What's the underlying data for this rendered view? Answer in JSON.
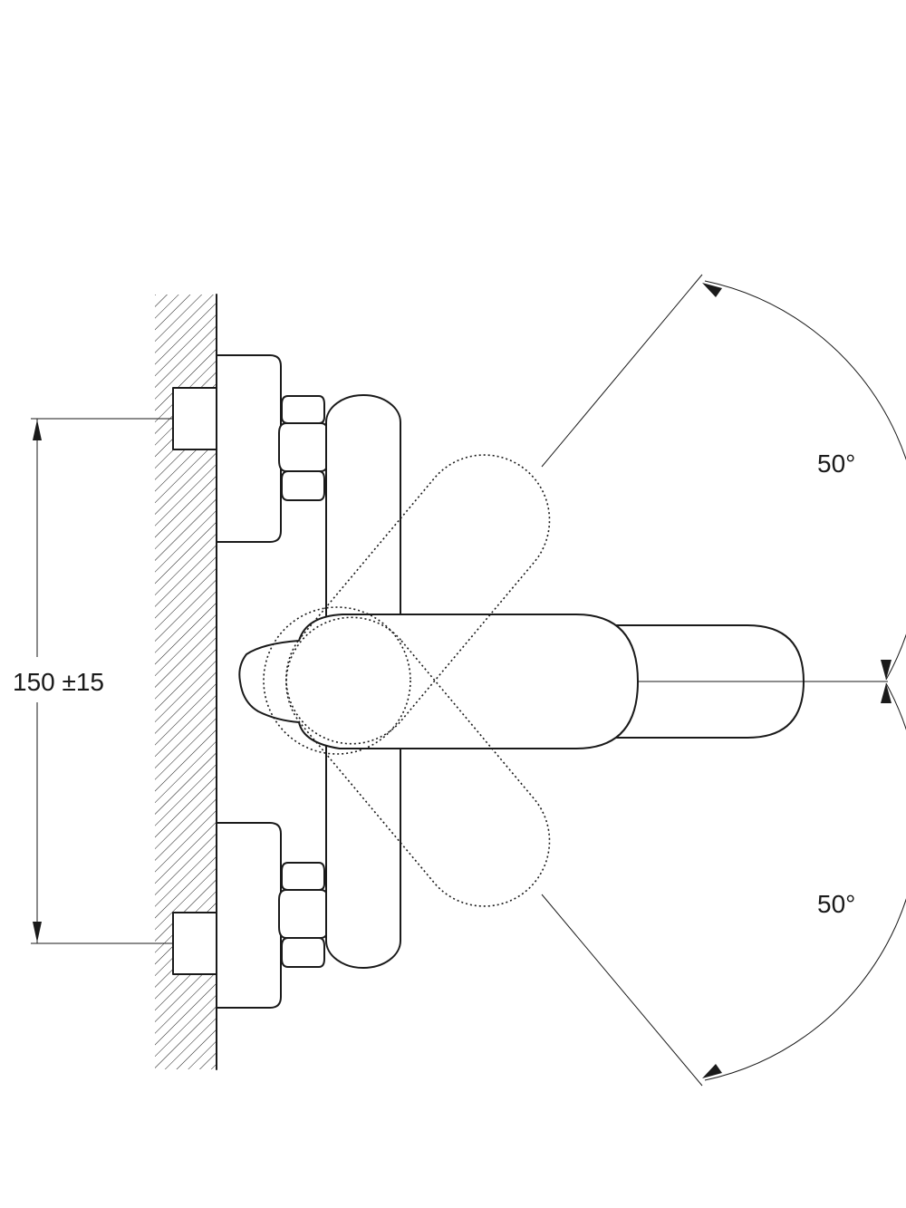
{
  "dimensions": {
    "spacing": {
      "label": "150 ±15"
    },
    "angle_up": {
      "label": "50°"
    },
    "angle_down": {
      "label": "50°"
    }
  },
  "colors": {
    "line": "#1a1a1a",
    "background": "#ffffff"
  }
}
